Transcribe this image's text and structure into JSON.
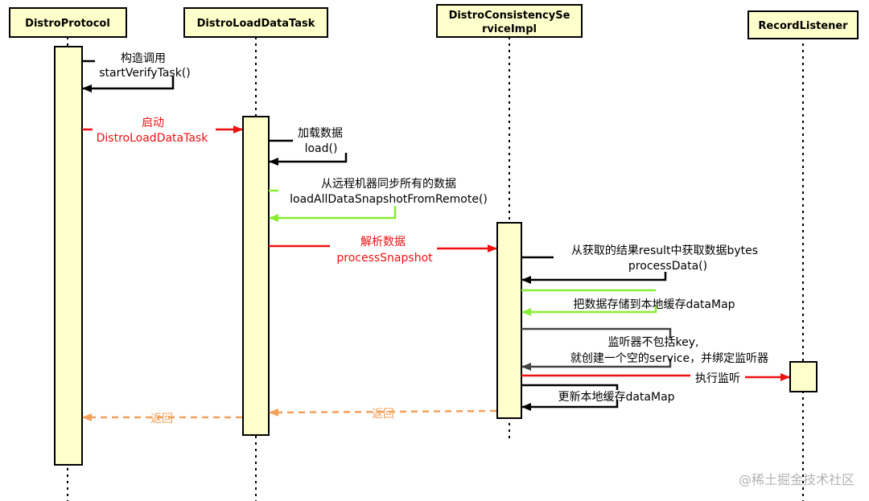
{
  "participants": {
    "distro_protocol": "DistroProtocol",
    "load_task": "DistroLoadDataTask",
    "consistency_line1": "DistroConsistencySe",
    "consistency_line2": "rviceImpl",
    "record_listener": "RecordListener"
  },
  "messages": {
    "construct_call": "构造调用",
    "start_verify_task": "startVerifyTask()",
    "start": "启动",
    "distro_load_data_task": "DistroLoadDataTask",
    "load_data": "加载数据",
    "load": "load()",
    "sync_all": "从远程机器同步所有的数据",
    "load_all_snapshot": "loadAllDataSnapshotFromRemote()",
    "parse_data": "解析数据",
    "process_snapshot": "processSnapshot",
    "get_bytes": "从获取的结果result中获取数据bytes",
    "process_data": "processData()",
    "store_datamap": "把数据存储到本地缓存dataMap",
    "listener_no_key": "监听器不包括key,",
    "create_service": "就创建一个空的service，并绑定监听器",
    "exec_listener": "执行监听",
    "update_datamap": "更新本地缓存dataMap",
    "return_1": "返回",
    "return_2": "返回"
  },
  "watermark": "@稀土掘金技术社区",
  "colors": {
    "box_fill": "#ffffcc",
    "black": "#000000",
    "red": "#ee1111",
    "green": "#88ee33",
    "orange": "#f4a05a",
    "gray": "#444444"
  }
}
